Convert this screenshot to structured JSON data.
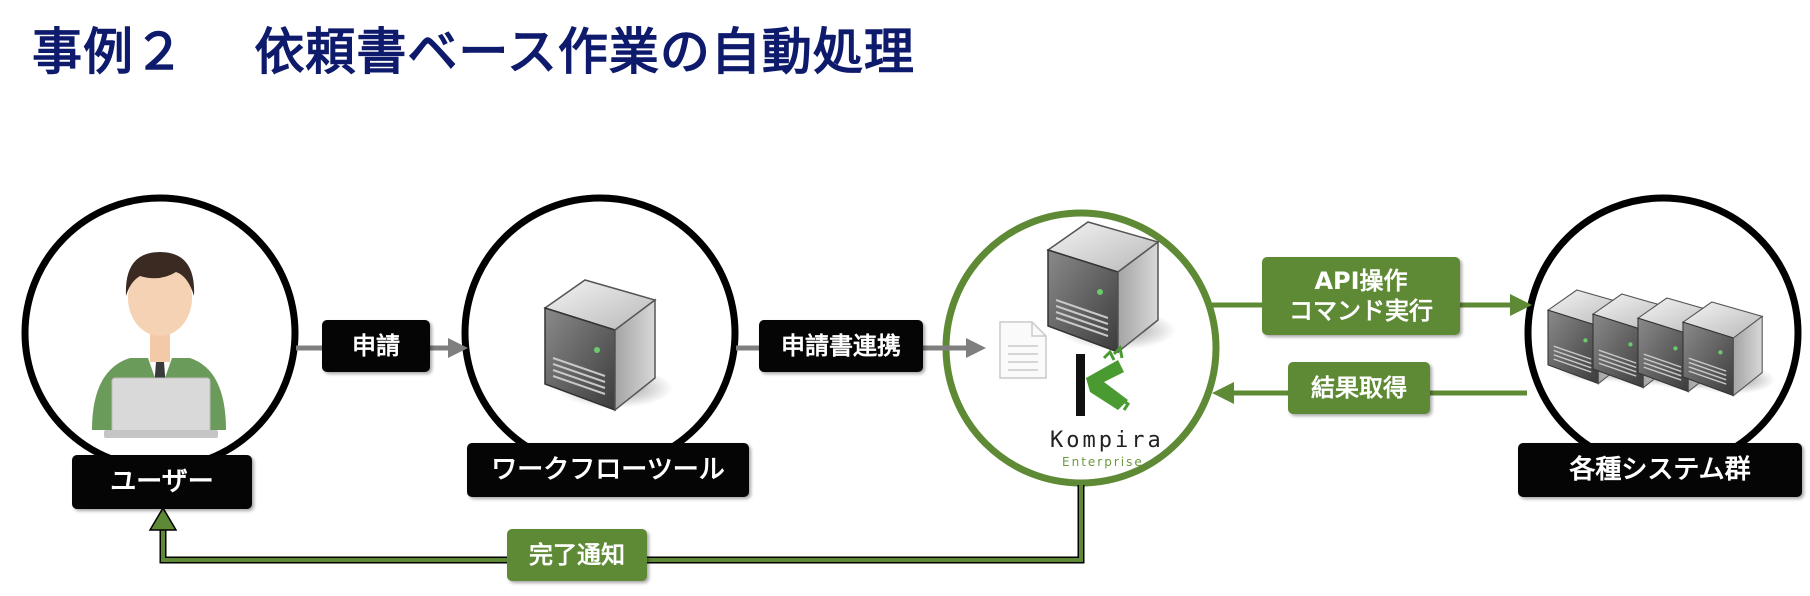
{
  "title": "事例２　 依頼書ベース作業の自動処理",
  "nodes": {
    "user": "ユーザー",
    "workflow": "ワークフローツール",
    "systems": "各種システム群"
  },
  "arrows": {
    "apply": "申請",
    "doc_link": "申請書連携",
    "api": "API操作\nコマンド実行",
    "result": "結果取得",
    "done": "完了通知"
  },
  "logo": {
    "name": "Kompira",
    "sub": "Enterprise"
  },
  "colors": {
    "title": "#0e1a6b",
    "green": "#5e8a35",
    "black": "#050505"
  },
  "icons": [
    "user-icon",
    "laptop-icon",
    "server-icon",
    "document-icon",
    "kompira-logo-icon",
    "server-cluster-icon"
  ]
}
